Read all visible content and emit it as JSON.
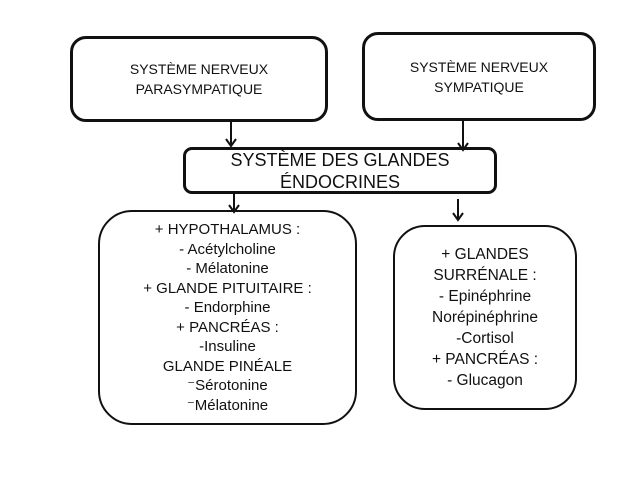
{
  "diagram": {
    "colors": {
      "background": "#ffffff",
      "ink": "#111111"
    },
    "nodes": {
      "parasympathetic": {
        "lines": [
          "SYSTÈME NERVEUX",
          "PARASYMPATIQUE"
        ]
      },
      "sympathetic": {
        "lines": [
          "SYSTÈME NERVEUX",
          "SYMPATIQUE"
        ]
      },
      "endocrine": {
        "lines": [
          "SYSTÈME DES GLANDES",
          "ÉNDOCRINES"
        ]
      },
      "left_detail": {
        "lines": [
          "+ HYPOTHALAMUS :",
          "- Acétylcholine",
          "- Mélatonine",
          "+ GLANDE PITUITAIRE :",
          "- Endorphine",
          "+ PANCRÉAS :",
          "-Insuline",
          "GLANDE PINÉALE",
          "⁻Sérotonine",
          "⁻Mélatonine"
        ]
      },
      "right_detail": {
        "lines": [
          "+ GLANDES",
          "SURRÉNALE :",
          "- Epinéphrine",
          "Norépinéphrine",
          "-Cortisol",
          "+ PANCRÉAS :",
          "- Glucagon"
        ]
      }
    },
    "arrows": [
      {
        "name": "parasympathetic-to-endocrine"
      },
      {
        "name": "sympathetic-to-endocrine"
      },
      {
        "name": "endocrine-to-left-detail"
      },
      {
        "name": "endocrine-to-right-detail"
      }
    ]
  }
}
